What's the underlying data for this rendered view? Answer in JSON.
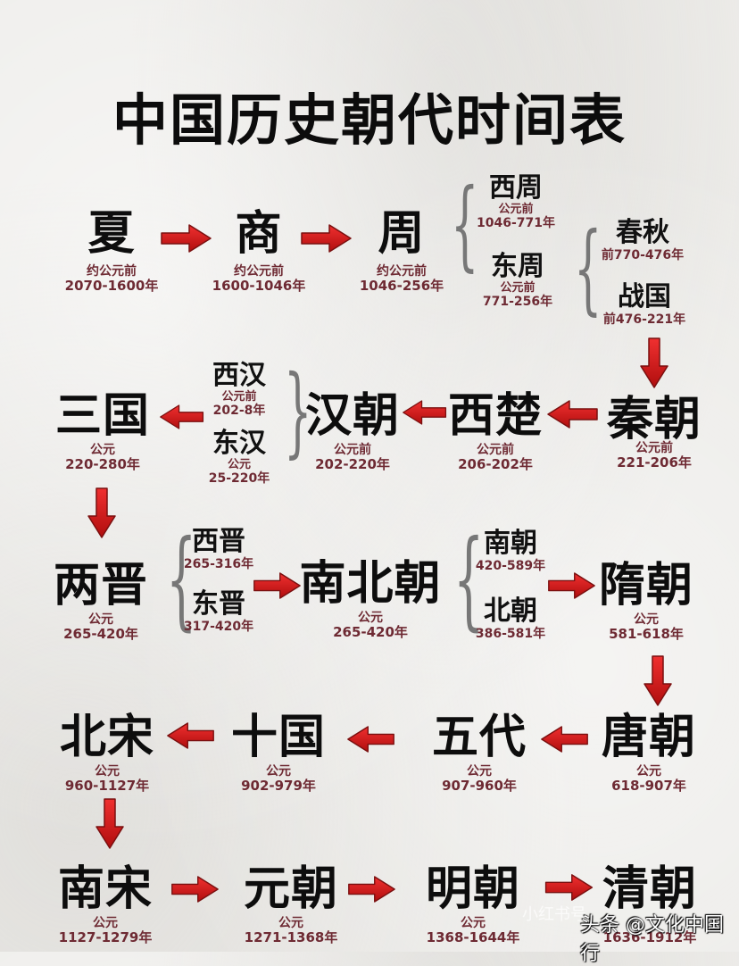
{
  "title": "中国历史朝代时间表",
  "colors": {
    "arrow": "#d11a1a",
    "date_text": "#6e2a33",
    "name_text": "#0d0d0d",
    "background": "#ecebe8"
  },
  "dynasties": {
    "xia": {
      "name": "夏",
      "era": "约公元前",
      "years": "2070-1600年"
    },
    "shang": {
      "name": "商",
      "era": "约公元前",
      "years": "1600-1046年"
    },
    "zhou": {
      "name": "周",
      "era": "约公元前",
      "years": "1046-256年"
    },
    "qin": {
      "name": "秦朝",
      "era": "公元前",
      "years": "221-206年"
    },
    "xichu": {
      "name": "西楚",
      "era": "公元前",
      "years": "206-202年"
    },
    "han": {
      "name": "汉朝",
      "era": "公元前",
      "years": "202-220年"
    },
    "sanguo": {
      "name": "三国",
      "era": "公元",
      "years": "220-280年"
    },
    "liangjin": {
      "name": "两晋",
      "era": "公元",
      "years": "265-420年"
    },
    "nanbeichao": {
      "name": "南北朝",
      "era": "公元",
      "years": "265-420年"
    },
    "sui": {
      "name": "隋朝",
      "era": "公元",
      "years": "581-618年"
    },
    "tang": {
      "name": "唐朝",
      "era": "公元",
      "years": "618-907年"
    },
    "wudai": {
      "name": "五代",
      "era": "公元",
      "years": "907-960年"
    },
    "shiguo": {
      "name": "十国",
      "era": "公元",
      "years": "902-979年"
    },
    "beisong": {
      "name": "北宋",
      "era": "公元",
      "years": "960-1127年"
    },
    "nansong": {
      "name": "南宋",
      "era": "公元",
      "years": "1127-1279年"
    },
    "yuan": {
      "name": "元朝",
      "era": "公元",
      "years": "1271-1368年"
    },
    "ming": {
      "name": "明朝",
      "era": "公元",
      "years": "1368-1644年"
    },
    "qing": {
      "name": "清朝",
      "era": "",
      "years": "1636-1912年"
    }
  },
  "subdivisions": {
    "xizhou": {
      "name": "西周",
      "era": "公元前",
      "years": "1046-771年"
    },
    "dongzhou": {
      "name": "东周",
      "era": "公元前",
      "years": "771-256年"
    },
    "chunqiu": {
      "name": "春秋",
      "years": "前770-476年"
    },
    "zhanguo": {
      "name": "战国",
      "years": "前476-221年"
    },
    "xihan": {
      "name": "西汉",
      "era": "公元前",
      "years": "202-8年"
    },
    "donghan": {
      "name": "东汉",
      "era": "公元",
      "years": "25-220年"
    },
    "xijin": {
      "name": "西晋",
      "years": "265-316年"
    },
    "dongjin": {
      "name": "东晋",
      "years": "317-420年"
    },
    "nanchao": {
      "name": "南朝",
      "years": "420-589年"
    },
    "beichao": {
      "name": "北朝",
      "years": "386-581年"
    }
  },
  "watermark": {
    "text": "头条 @文化中国行",
    "faint": "小红书号"
  }
}
